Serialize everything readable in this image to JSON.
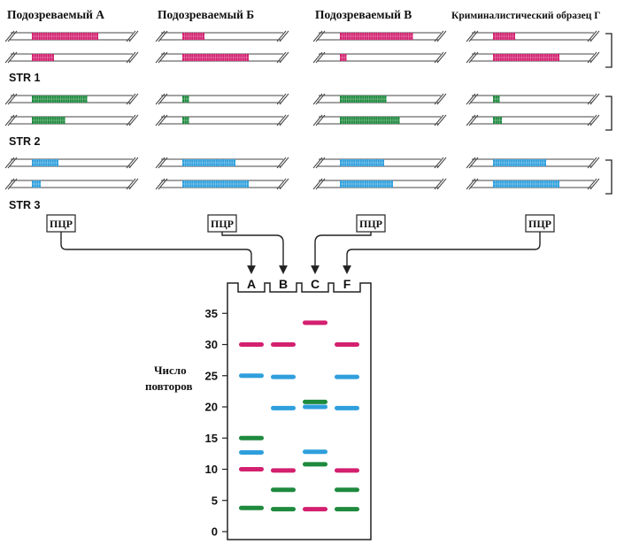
{
  "colors": {
    "str1": "#d3206f",
    "str2": "#1e8a3e",
    "str3": "#2f9fdc",
    "line": "#333333"
  },
  "suspects": [
    {
      "title": "Подозреваемый А",
      "repeats": [
        [
          13,
          3
        ],
        [
          3,
          7
        ],
        [
          6,
          2
        ],
        [
          10,
          8
        ]
      ]
    },
    {
      "title": "Подозреваемый Б",
      "repeats": [
        [
          4,
          3
        ],
        [
          10,
          8
        ],
        [
          2,
          2
        ],
        [
          2,
          2
        ],
        [
          10,
          7
        ],
        [
          10,
          9
        ]
      ]
    },
    {
      "title": "Подозреваемый В",
      "repeats": [
        [
          12,
          4
        ],
        [
          4,
          9
        ],
        [
          13,
          3
        ],
        [
          4,
          8
        ]
      ]
    },
    {
      "title": "Криминалистический образец Г",
      "repeats": [
        [
          4,
          3
        ],
        [
          10,
          8
        ],
        [
          2,
          2
        ],
        [
          3,
          3
        ],
        [
          10,
          7
        ],
        [
          10,
          9
        ]
      ]
    }
  ],
  "str_labels": [
    "STR 1",
    "STR 2",
    "STR 3"
  ],
  "pcr_label": "ПЦР",
  "gel": {
    "lanes": [
      "A",
      "B",
      "C",
      "F"
    ],
    "axis_title_line1": "Число",
    "axis_title_line2": "повторов",
    "ticks": [
      0,
      5,
      10,
      15,
      20,
      25,
      30,
      35
    ],
    "bands": [
      {
        "lane": 0,
        "value": 30,
        "color": "str1"
      },
      {
        "lane": 0,
        "value": 25,
        "color": "str3"
      },
      {
        "lane": 0,
        "value": 15,
        "color": "str2"
      },
      {
        "lane": 0,
        "value": 12.7,
        "color": "str3"
      },
      {
        "lane": 0,
        "value": 10,
        "color": "str1"
      },
      {
        "lane": 0,
        "value": 3.8,
        "color": "str2"
      },
      {
        "lane": 1,
        "value": 30,
        "color": "str1"
      },
      {
        "lane": 1,
        "value": 24.8,
        "color": "str3"
      },
      {
        "lane": 1,
        "value": 19.8,
        "color": "str3"
      },
      {
        "lane": 1,
        "value": 9.8,
        "color": "str1"
      },
      {
        "lane": 1,
        "value": 6.7,
        "color": "str2"
      },
      {
        "lane": 1,
        "value": 3.6,
        "color": "str2"
      },
      {
        "lane": 2,
        "value": 33.5,
        "color": "str1"
      },
      {
        "lane": 2,
        "value": 20.8,
        "color": "str2"
      },
      {
        "lane": 2,
        "value": 20,
        "color": "str3"
      },
      {
        "lane": 2,
        "value": 12.8,
        "color": "str3"
      },
      {
        "lane": 2,
        "value": 10.8,
        "color": "str2"
      },
      {
        "lane": 2,
        "value": 3.6,
        "color": "str1"
      },
      {
        "lane": 3,
        "value": 30,
        "color": "str1"
      },
      {
        "lane": 3,
        "value": 24.8,
        "color": "str3"
      },
      {
        "lane": 3,
        "value": 19.8,
        "color": "str3"
      },
      {
        "lane": 3,
        "value": 9.8,
        "color": "str1"
      },
      {
        "lane": 3,
        "value": 6.7,
        "color": "str2"
      },
      {
        "lane": 3,
        "value": 3.6,
        "color": "str2"
      }
    ]
  }
}
